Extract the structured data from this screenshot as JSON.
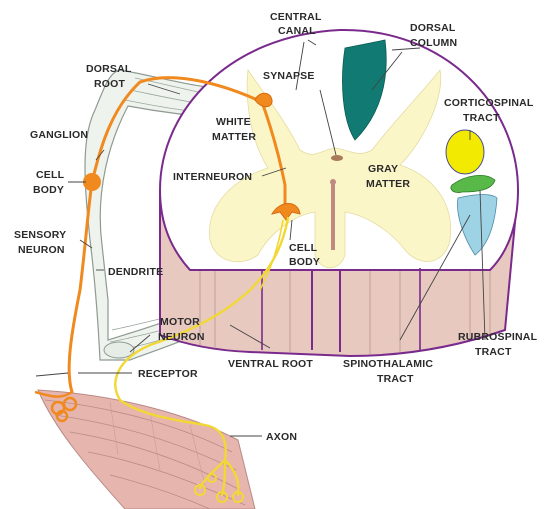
{
  "labels": {
    "central_canal": [
      "CENTRAL",
      "CANAL"
    ],
    "dorsal_column": [
      "DORSAL",
      "COLUMN"
    ],
    "dorsal_root": [
      "DORSAL",
      "ROOT"
    ],
    "synapse": "SYNAPSE",
    "corticospinal_tract": [
      "CORTICOSPINAL",
      "TRACT"
    ],
    "white_matter": [
      "WHITE",
      "MATTER"
    ],
    "ganglion": "GANGLION",
    "cell_body_sensory": [
      "CELL",
      "BODY"
    ],
    "interneuron": "INTERNEURON",
    "gray_matter": [
      "GRAY",
      "MATTER"
    ],
    "sensory_neuron": [
      "SENSORY",
      "NEURON"
    ],
    "cell_body_motor": [
      "CELL",
      "BODY"
    ],
    "dendrite": "DENDRITE",
    "rubrospinal_tract": [
      "RUBROSPINAL",
      "TRACT"
    ],
    "motor_neuron": [
      "MOTOR",
      "NEURON"
    ],
    "ventral_root": "VENTRAL ROOT",
    "spinothalamic_tract": [
      "SPINOTHALAMIC",
      "TRACT"
    ],
    "receptor": "RECEPTOR",
    "axon": "AXON"
  },
  "colors": {
    "outline_purple": "#7a2a8c",
    "white_matter": "#ffffff",
    "gray_matter": "#fbf6c8",
    "ventral_band": "#e7c9c0",
    "dorsal_column": "#117a72",
    "corticospinal": "#f2ea00",
    "rubrospinal": "#58b848",
    "spinothalamic": "#9ed3e6",
    "sensory_neuron": "#f08a1f",
    "motor_neuron": "#f2d834",
    "muscle": "#e6b5ae"
  }
}
